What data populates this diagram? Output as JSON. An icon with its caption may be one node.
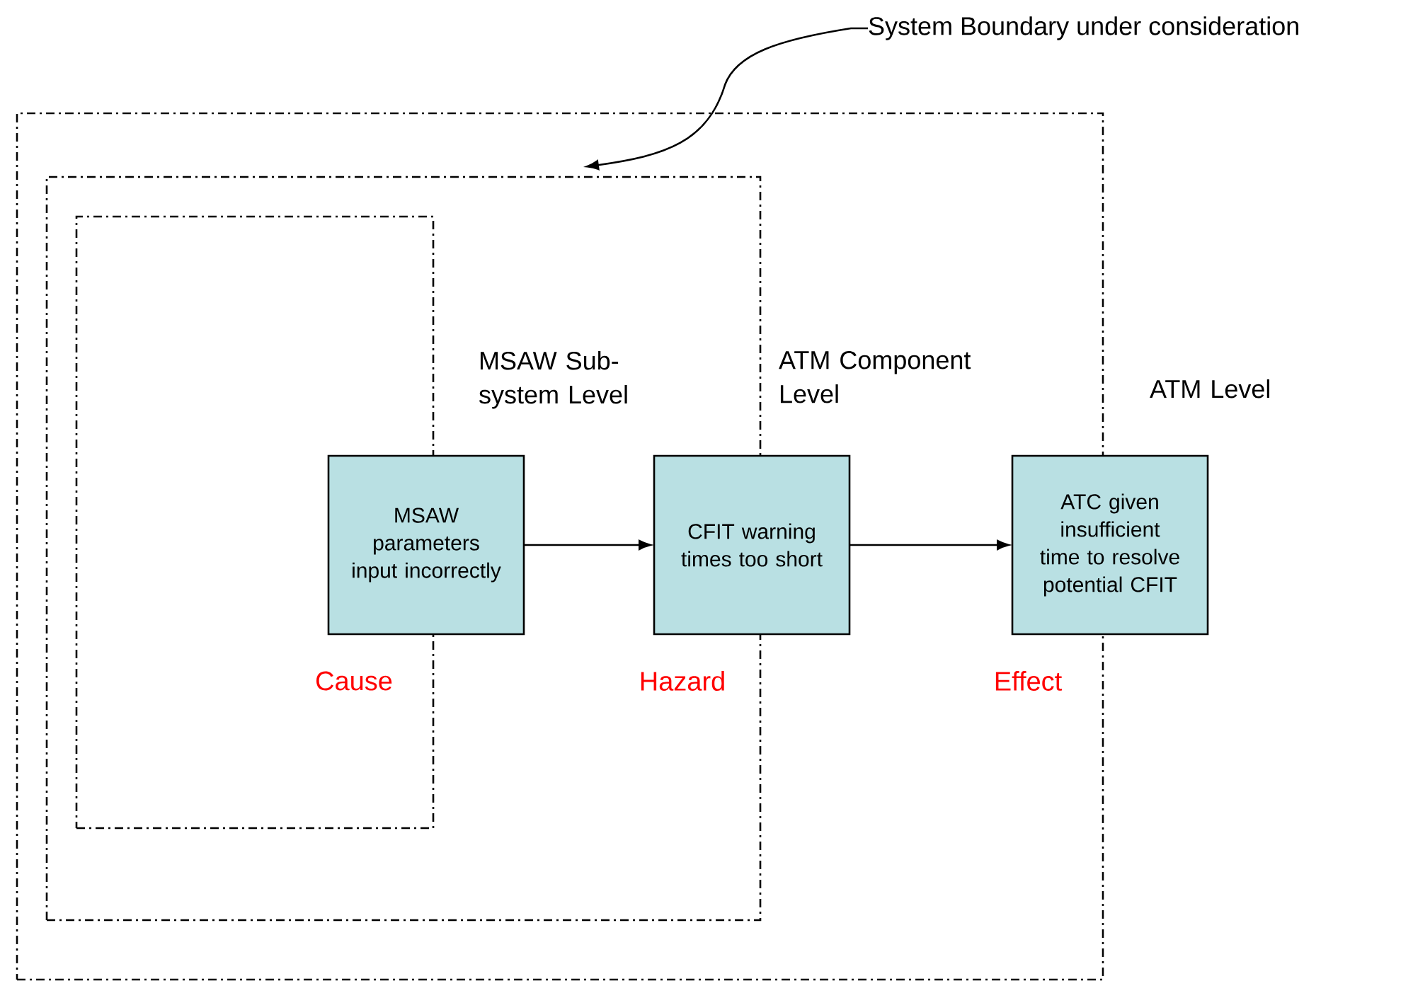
{
  "diagram": {
    "nodes": [
      {
        "text": [
          "System Boundary under consideration"
        ]
      },
      {
        "text": [
          "ATM Level"
        ]
      },
      {
        "text": [
          "ATM Component Level"
        ],
        "in": 1
      },
      {
        "text": [
          "MSAW Sub-system Level"
        ],
        "in": 2
      },
      {
        "text": [
          "MSAW parameters input incorrectly"
        ],
        "in": 2
      },
      {
        "text": [
          "CFIT warning times too short"
        ],
        "in": 1
      },
      {
        "text": [
          "ATC given insufficient time to resolve potential CFIT"
        ]
      }
    ],
    "edges": [
      {
        "from": 0,
        "to": 2,
        "arrow": "to"
      },
      {
        "from": 4,
        "to": 5,
        "arrow": "to"
      },
      {
        "from": 5,
        "to": 6,
        "arrow": "to"
      }
    ],
    "labels": [
      "Cause",
      "Hazard",
      "Effect"
    ]
  }
}
